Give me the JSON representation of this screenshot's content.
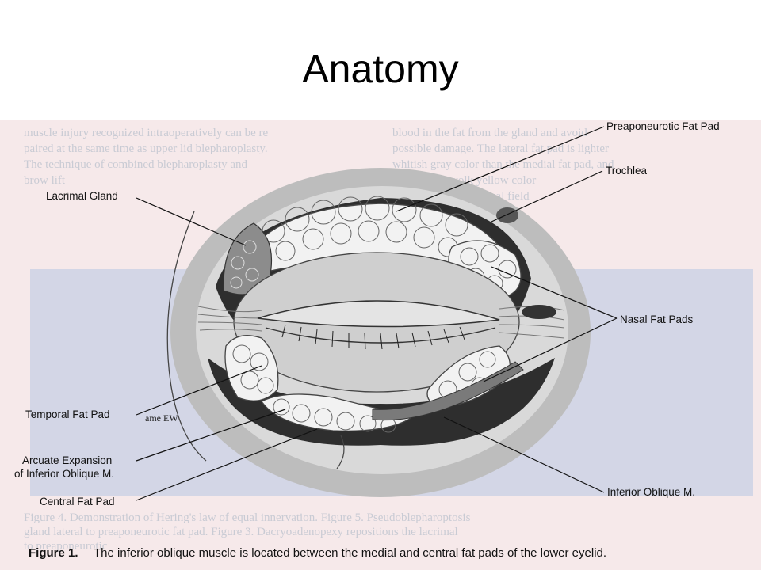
{
  "slide": {
    "title": "Anatomy"
  },
  "figure": {
    "labels": {
      "preaponeurotic": "Preaponeurotic Fat Pad",
      "trochlea": "Trochlea",
      "lacrimal": "Lacrimal Gland",
      "nasal": "Nasal Fat Pads",
      "temporal": "Temporal Fat Pad",
      "arcuate_line1": "Arcuate Expansion",
      "arcuate_line2": "of Inferior Oblique M.",
      "central": "Central Fat Pad",
      "inferior_oblique": "Inferior Oblique M."
    },
    "signature": "ame EW",
    "caption": {
      "number": "Figure 1.",
      "text": "The inferior oblique muscle is located between the medial and central fat pads of the lower eyelid."
    },
    "background_text": {
      "line1": "muscle injury recognized intraoperatively can be re",
      "line2": "paired at the same time as upper lid blepharoplasty.",
      "line3": "The technique of combined blepharoplasty and",
      "line4": "brow lift",
      "right1": "blood in the fat from the gland and avoid",
      "right2": "possible damage. The lateral fat pad is lighter",
      "right3": "whitish gray color than the medial fat pad, and",
      "right4": "tured in egg yolk yellow color",
      "right5": "into the surgical field",
      "footer": "Figure 4.  Demonstration of Hering's law of equal innervation. Figure 5. Pseudoblepharoptosis",
      "footer2": "gland lateral to preaponeurotic fat pad. Figure 3. Dacryoadenopexy repositions the lacrimal",
      "footer3": "to preaponeurotic"
    }
  }
}
